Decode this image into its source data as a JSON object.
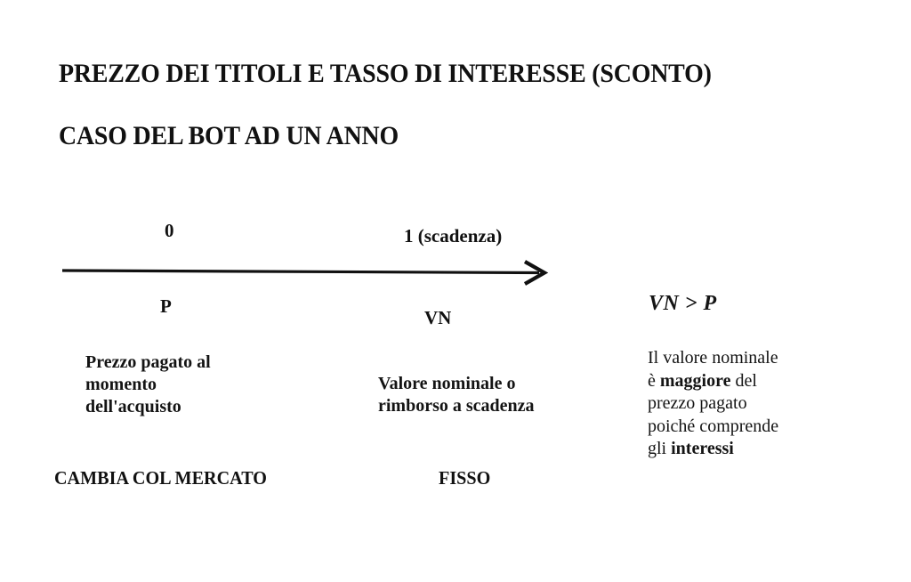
{
  "slide": {
    "background_color": "#ffffff",
    "text_color": "#141414",
    "title_main": "PREZZO DEI TITOLI E TASSO DI INTERESSE (SCONTO)",
    "title_sub": "CASO DEL BOT AD UN ANNO"
  },
  "timeline": {
    "name": "horizontal-time-arrow",
    "direction": "left-to-right",
    "stroke_color": "#111111",
    "labels_above": {
      "start": "0",
      "end": "1 (scadenza)"
    },
    "labels_below": {
      "start": "P",
      "end": "VN"
    }
  },
  "blocks": {
    "price": {
      "symbol": "P",
      "description": "Prezzo pagato al\nmomento\ndell'acquisto",
      "note": "CAMBIA COL MERCATO"
    },
    "nominal": {
      "symbol": "VN",
      "description": "Valore nominale o\nrimborso a scadenza",
      "note": "FISSO"
    }
  },
  "conclusion": {
    "formula": "VN > P",
    "explanation": {
      "part1": "Il valore nominale\nè ",
      "emphasis1": "maggiore",
      "part2": " del\nprezzo pagato\npoiché comprende\ngli ",
      "emphasis2": "interessi"
    }
  }
}
